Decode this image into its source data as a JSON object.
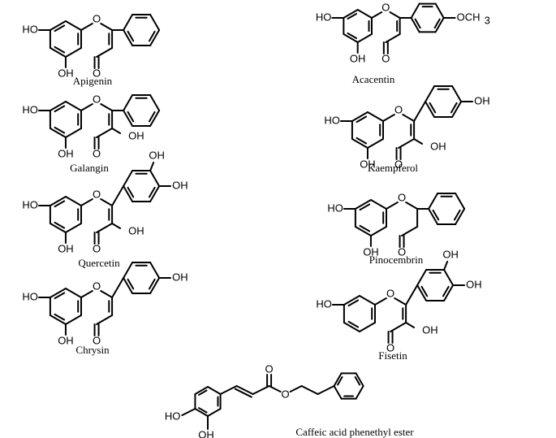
{
  "figure": {
    "compounds": [
      {
        "id": "apigenin",
        "name": "Apigenin"
      },
      {
        "id": "acacentin",
        "name": "Acacentin"
      },
      {
        "id": "galangin",
        "name": "Galangin"
      },
      {
        "id": "kaempferol",
        "name": "Kaempferol"
      },
      {
        "id": "quercetin",
        "name": "Quercetin"
      },
      {
        "id": "pinocembrin",
        "name": "Pinocembrin"
      },
      {
        "id": "chrysin",
        "name": "Chrysin"
      },
      {
        "id": "fisetin",
        "name": "Fisetin"
      },
      {
        "id": "cape",
        "name": "Caffeic acid phenethyl ester"
      }
    ],
    "atom_labels": {
      "ho": "HO",
      "oh": "OH",
      "o": "O",
      "och3_main": "OCH",
      "och3_sub": "3"
    }
  }
}
